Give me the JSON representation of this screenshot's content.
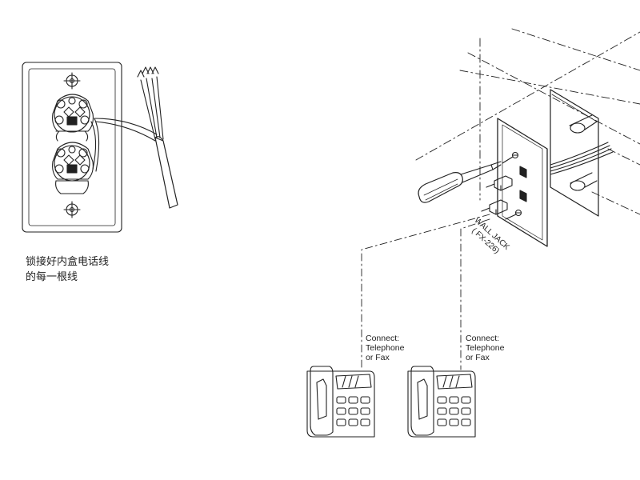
{
  "left_panel": {
    "instruction_line1": "锁接好内盒电话线",
    "instruction_line2": "的每一根线"
  },
  "wall_jack": {
    "label": "WALL JACK",
    "model": "( FX-226)"
  },
  "phones": [
    {
      "caption": "Connect:\nTelephone\nor Fax"
    },
    {
      "caption": "Connect:\nTelephone\nor Fax"
    }
  ],
  "colors": {
    "ink": "#222222",
    "background": "#ffffff"
  }
}
